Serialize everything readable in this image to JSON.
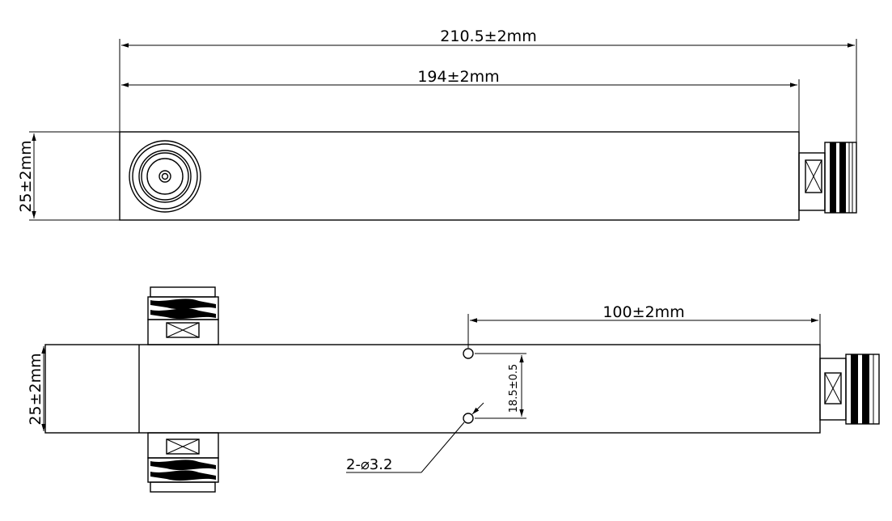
{
  "dimensions": {
    "overall_length": "210.5±2mm",
    "body_length": "194±2mm",
    "top_width": "25±2mm",
    "bottom_width": "25±2mm",
    "hole_distance": "100±2mm",
    "hole_spacing": "18.5±0.5",
    "hole_callout": "2-⌀3.2"
  }
}
